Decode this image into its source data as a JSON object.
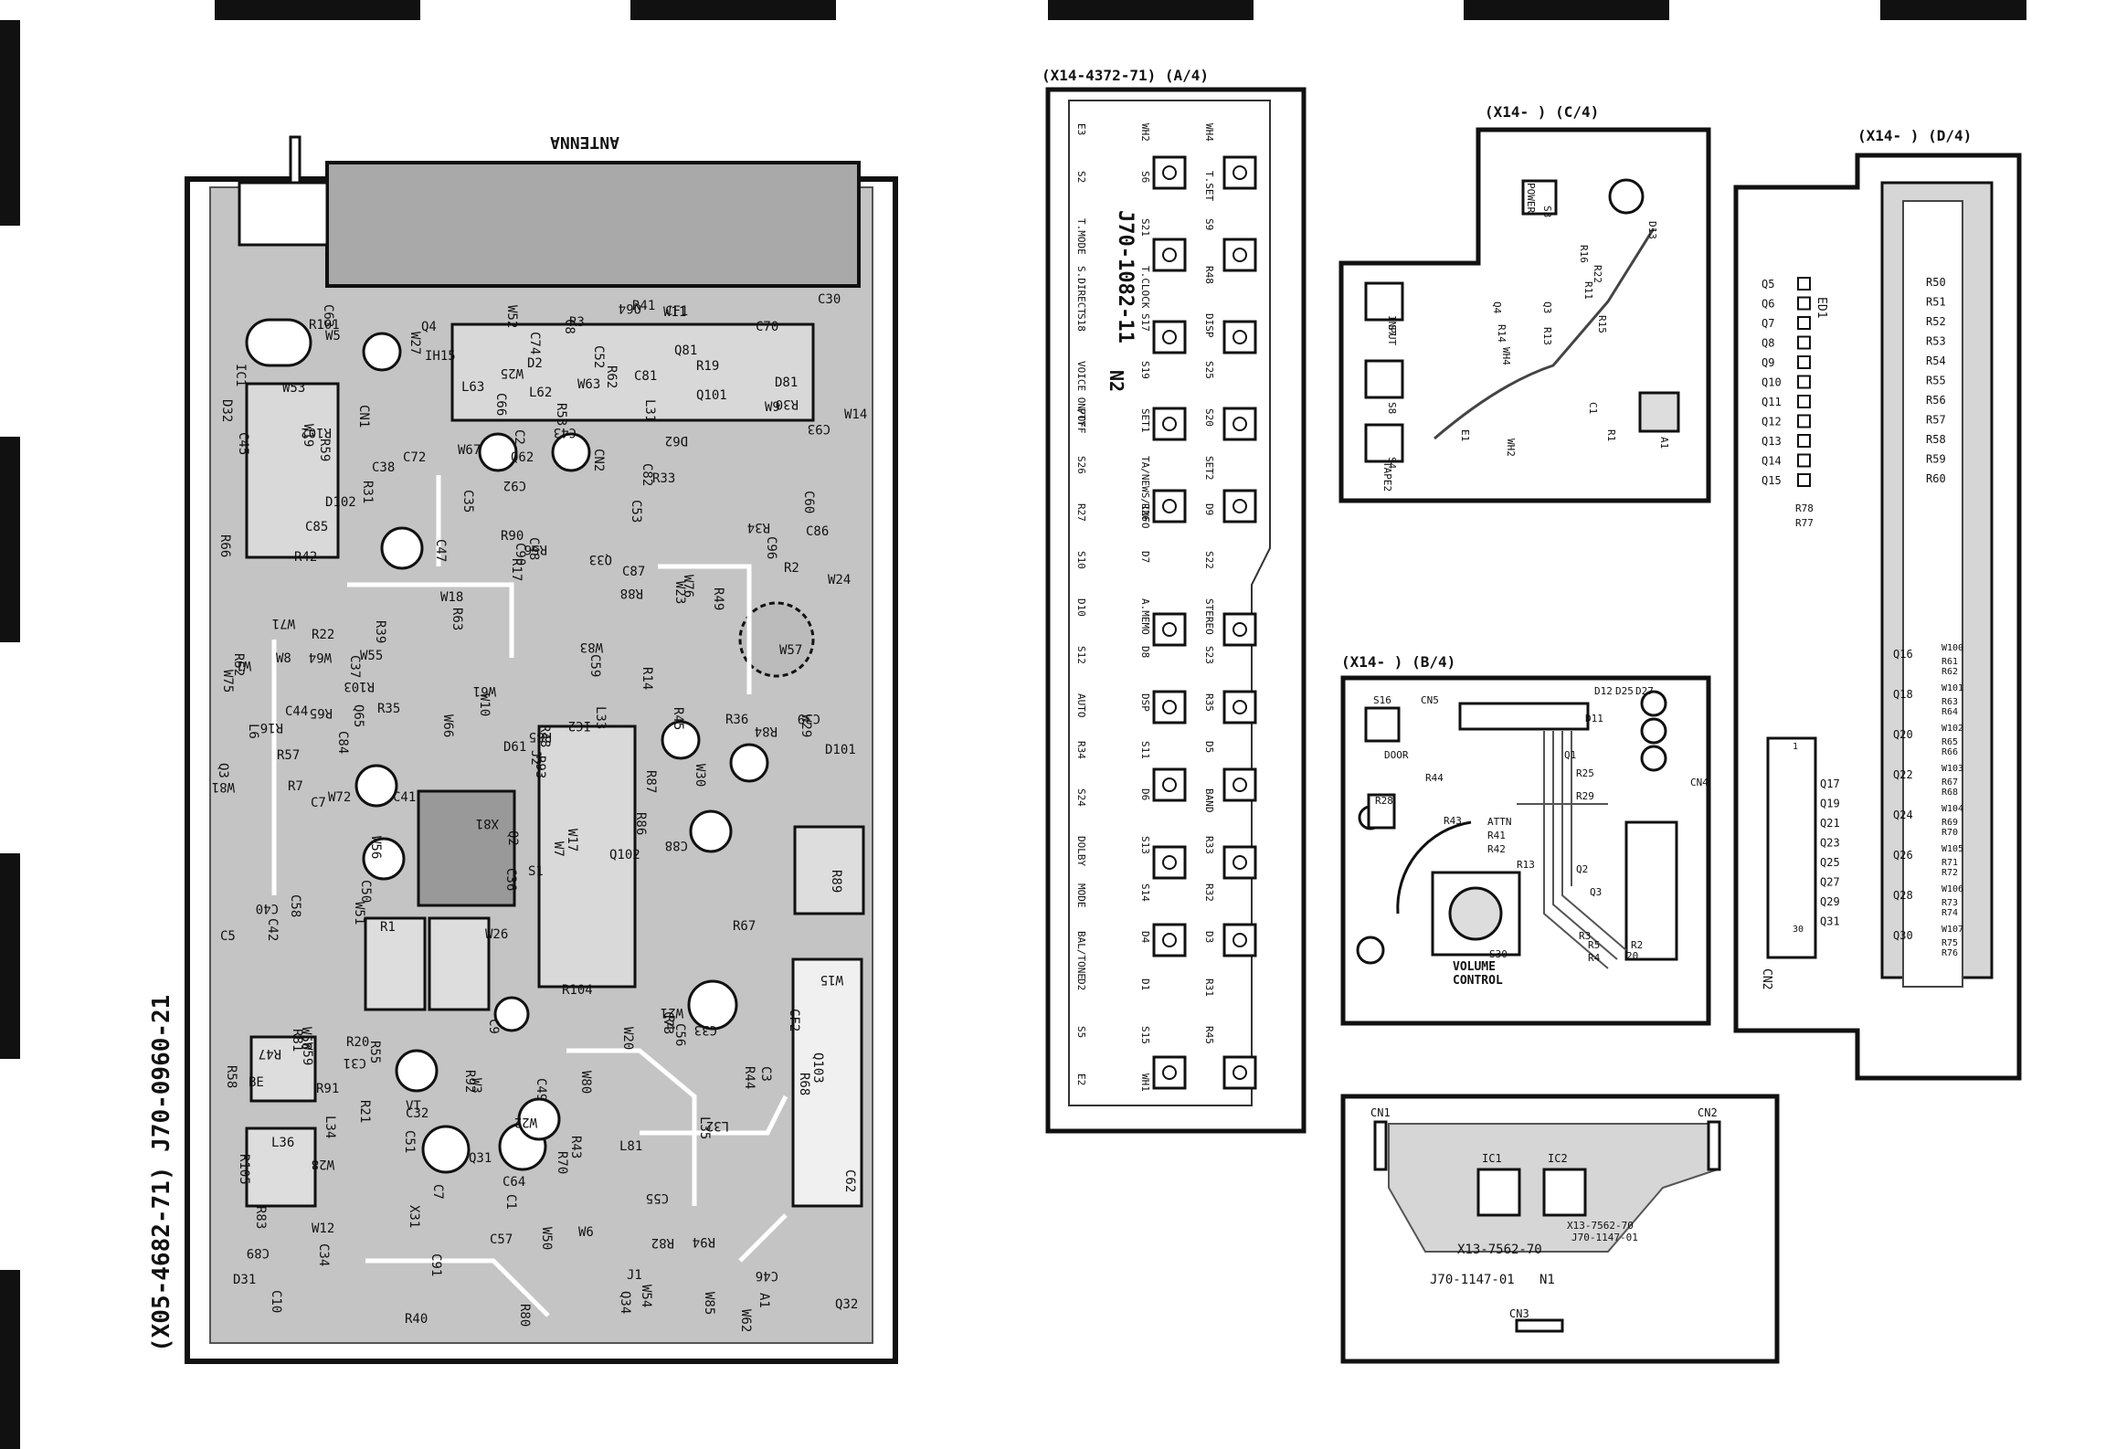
{
  "colors": {
    "board_fill": "#bdbdbd",
    "ink": "#111111",
    "paper": "#ffffff"
  },
  "main_board": {
    "id_label": "(X05-4682-71)  J70-0960-21",
    "antenna": "ANTENNA",
    "components": [
      "S1",
      "X81",
      "IC2",
      "C81",
      "C82",
      "C92",
      "C93",
      "C84",
      "R88",
      "R90",
      "R91",
      "C89",
      "C90",
      "W3",
      "C85",
      "L6",
      "J1",
      "J2",
      "D61",
      "D62",
      "A1",
      "C3",
      "R3",
      "Q65",
      "W76",
      "W75",
      "C66",
      "C1",
      "C2",
      "R2",
      "R4",
      "C96",
      "W5",
      "R70",
      "C7",
      "D2",
      "VT",
      "C5",
      "R7",
      "W30",
      "C91",
      "C87",
      "D81",
      "W27",
      "W61",
      "R85",
      "R86",
      "R87",
      "R84",
      "R94",
      "L81",
      "R89",
      "R92",
      "R93",
      "Q81",
      "W15",
      "D102",
      "D31",
      "C35",
      "C31",
      "L33",
      "W64",
      "W63",
      "R35",
      "IC1",
      "C36",
      "C44",
      "C45",
      "C70",
      "C47",
      "C48",
      "C46",
      "R36",
      "W59",
      "W24",
      "C34",
      "C33",
      "W58",
      "W83",
      "C43",
      "C88",
      "L63",
      "R68",
      "C64",
      "W57",
      "W1",
      "R67",
      "Q62",
      "W56",
      "W51",
      "L62",
      "W52",
      "W53",
      "W54",
      "C63",
      "C62",
      "W6",
      "R62",
      "R63",
      "CN2",
      "CF1",
      "IH15",
      "W7",
      "W8",
      "R22",
      "R16",
      "Q2",
      "R14",
      "R17",
      "R1",
      "W9",
      "R21",
      "R20",
      "R19",
      "Q3",
      "Q4",
      "C8",
      "C9",
      "C10",
      "C86",
      "CF2",
      "W10",
      "L34",
      "C59",
      "R57",
      "R56",
      "Q33",
      "R55",
      "Q31",
      "R58",
      "R41",
      "R40",
      "C50",
      "R42",
      "C74",
      "C73",
      "X31",
      "W11",
      "C49",
      "W85",
      "R31",
      "C32",
      "R39",
      "C30",
      "W62",
      "C37",
      "R43",
      "C51",
      "R44",
      "C52",
      "W14",
      "W67",
      "C38",
      "C41",
      "R33",
      "C40",
      "C42",
      "C39",
      "W12",
      "W25",
      "C53",
      "C55",
      "W80",
      "R45",
      "C56",
      "D32",
      "Q32",
      "R49",
      "R30",
      "W19",
      "L32",
      "L31",
      "R59",
      "Q64",
      "W71",
      "W17",
      "W18",
      "R65",
      "R66",
      "W66",
      "R34",
      "L36",
      "C58",
      "C57",
      "R48",
      "L35",
      "R47",
      "Q34",
      "C60",
      "R52",
      "C7",
      "C72",
      "W20",
      "W21",
      "W22",
      "W28",
      "R53",
      "W29",
      "W26",
      "W72",
      "Q103",
      "R105",
      "R102",
      "W81",
      "Q101",
      "Q102",
      "BE",
      "R104",
      "R103",
      "R101",
      "D101",
      "W23",
      "R80",
      "R81",
      "R83",
      "R82",
      "CN1",
      "W55",
      "W50"
    ]
  },
  "board_a": {
    "title": "(X14-4372-71)  (A/4)",
    "part_number": "J70-1082-11",
    "revision": "N2",
    "components": [
      "E3",
      "WH2",
      "WH4",
      "S2",
      "S6",
      "T.SET",
      "T.MODE",
      "S21",
      "S9",
      "S.DIRECT",
      "T.CLOCK",
      "R48",
      "S18",
      "S17",
      "DISP",
      "VOICE ON/OFF",
      "S19",
      "S25",
      "PTY",
      "SET1",
      "S20",
      "S26",
      "TA/NEWS/INFO",
      "SET2",
      "R27",
      "R26",
      "D9",
      "S10",
      "D7",
      "S22",
      "D10",
      "A.MEMO",
      "STEREO",
      "S12",
      "D8",
      "S23",
      "AUTO",
      "DSP",
      "R35",
      "R34",
      "S11",
      "D5",
      "S24",
      "D6",
      "BAND",
      "DOLBY",
      "S13",
      "R33",
      "MODE",
      "S14",
      "R32",
      "BAL/TONE",
      "D4",
      "D3",
      "D2",
      "D1",
      "R31",
      "S5",
      "S15",
      "R45",
      "E2",
      "WH1"
    ]
  },
  "board_c": {
    "title": "(X14-  )  (C/4)",
    "components": [
      "S3",
      "POWER",
      "D13",
      "R16",
      "R22",
      "R15",
      "R11",
      "R14",
      "R13",
      "Q4",
      "Q3",
      "WH4",
      "S7",
      "INPUT",
      "S8",
      "S4",
      "TAPE2",
      "E1",
      "R1",
      "C1",
      "A1",
      "WH2"
    ]
  },
  "board_b": {
    "title": "(X14-  )  (B/4)",
    "components": [
      "S16",
      "DOOR",
      "CN5",
      "D12",
      "D25",
      "D27",
      "CN4",
      "D11",
      "R44",
      "Q1",
      "R25",
      "R29",
      "R28",
      "ATTN",
      "R41",
      "R42",
      "R43",
      "R13",
      "S30",
      "R3",
      "R5",
      "R4",
      "Q3",
      "Q2",
      "R2",
      "20"
    ],
    "volume_label": "VOLUME\nCONTROL"
  },
  "board_d": {
    "title": "(X14-  )  (D/4)",
    "left_labels": [
      "Q5",
      "Q6",
      "Q7",
      "Q8",
      "Q9",
      "Q10",
      "Q11",
      "Q12",
      "Q13",
      "Q14",
      "Q15"
    ],
    "right_labels_top": [
      "R50",
      "R51",
      "R52",
      "R53",
      "R54",
      "R55",
      "R56",
      "R57",
      "R58",
      "R59",
      "R60"
    ],
    "mid_labels": [
      "R78",
      "R77"
    ],
    "right_lower": [
      "Q16",
      "W100",
      "R61",
      "R62",
      "Q18",
      "W101",
      "R63",
      "R64",
      "Q20",
      "W102",
      "R65",
      "R66",
      "Q22",
      "W103",
      "R67",
      "R68",
      "Q24",
      "W104",
      "R69",
      "R70",
      "Q26",
      "W105",
      "R71",
      "R72",
      "Q28",
      "W106",
      "R73",
      "R74",
      "Q30",
      "W107",
      "R75",
      "R76"
    ],
    "left_lower": [
      "Q17",
      "Q19",
      "Q21",
      "Q23",
      "Q25",
      "Q27",
      "Q29",
      "Q31"
    ],
    "other": [
      "ED1",
      "CN2",
      "30",
      "1"
    ]
  },
  "board_e": {
    "labels": [
      "CN1",
      "CN2",
      "CN3",
      "IC1",
      "IC2",
      "X13-7562-70",
      "J70-1147-01",
      "N1",
      "X13-7562-70",
      "J70-1147-01"
    ]
  }
}
